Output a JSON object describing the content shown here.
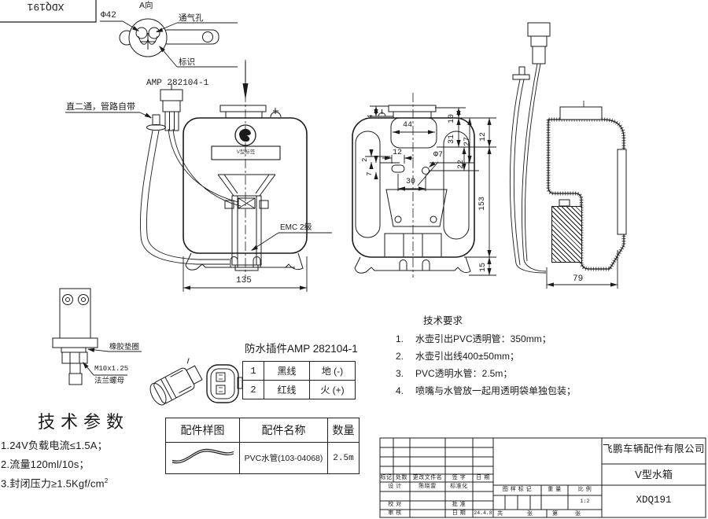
{
  "corner_stamp": {
    "code": "XDQ191"
  },
  "view_a": {
    "title": "A向",
    "dim_diameter": "Φ42",
    "label_vent": "通气孔",
    "label_mark": "标识"
  },
  "front_view": {
    "label_connector": "AMP 282104-1",
    "label_fitting": "直二通，管路自带",
    "tank_label": "V型标签",
    "label_emc": "EMC 2级",
    "dim_width": "135"
  },
  "rear_view": {
    "dim_opening_width": "44",
    "dim_cap_lip": "4",
    "dim_cap_height": "10",
    "dim_neck_depth": "31",
    "dim_hole_offset": "27",
    "dim_hole_dia": "Φ7",
    "dim_hole_depth": "22",
    "dim_top_section": "12",
    "dim_body_height": "153",
    "dim_foot_height": "15",
    "dim_slot_width": "12",
    "dim_hole_span": "30",
    "dim_slot_height": "7",
    "dim_slot_lip": "2"
  },
  "side_view": {
    "dim_depth": "79"
  },
  "pump_detail": {
    "label_washer": "橡胶垫圈",
    "label_thread": "M10x1.25",
    "label_nut": "法兰螺母"
  },
  "tech_params": {
    "title": "技术参数",
    "items": [
      {
        "text": "1.24V负载电流≤1.5A；"
      },
      {
        "text": "2.流量120ml/10s；"
      },
      {
        "text": "3.封闭压力≥1.5Kgf/cm",
        "sup": "2"
      }
    ]
  },
  "tech_req": {
    "title": "技术要求",
    "items": [
      {
        "no": "1.",
        "text": "水壶引出PVC透明管：350mm；"
      },
      {
        "no": "2.",
        "text": "水壶引出线400±50mm；"
      },
      {
        "no": "3.",
        "text": "PVC透明水管：2.5m；"
      },
      {
        "no": "4.",
        "text": "喷嘴与水管放一起用透明袋单独包装；"
      }
    ]
  },
  "connector_spec": {
    "title": "防水插件AMP 282104-1",
    "rows": [
      {
        "no": "1",
        "wire": "黑线",
        "polarity": "地 (-)"
      },
      {
        "no": "2",
        "wire": "红线",
        "polarity": "火 (+)"
      }
    ]
  },
  "parts_table": {
    "col_sample": "配件样图",
    "col_name": "配件名称",
    "col_qty": "数量",
    "rows": [
      {
        "name": "PVC水管(103-04068)",
        "qty": "2.5m"
      }
    ]
  },
  "title_block": {
    "company": "飞鹏车辆配件有限公司",
    "product": "V型水箱",
    "code": "XDQ191",
    "rev_headers": [
      "标记",
      "处数",
      "更改文件名",
      "签  字",
      "日  期"
    ],
    "design_label": "设 计",
    "designer": "陈晓雷",
    "standard_label": "标准化",
    "check_label": "校 对",
    "approve_label": "批 准",
    "audit_label": "审 核",
    "date_label": "日 期",
    "date": "24.4.8",
    "stamp_mark": "图 样 标 记",
    "weight_label": "重 量",
    "scale_label": "比 例",
    "scale": "1:2",
    "sheet_total_label": "共",
    "sheet_unit_a": "张",
    "sheet_page_label": "第",
    "sheet_unit_b": "张"
  }
}
